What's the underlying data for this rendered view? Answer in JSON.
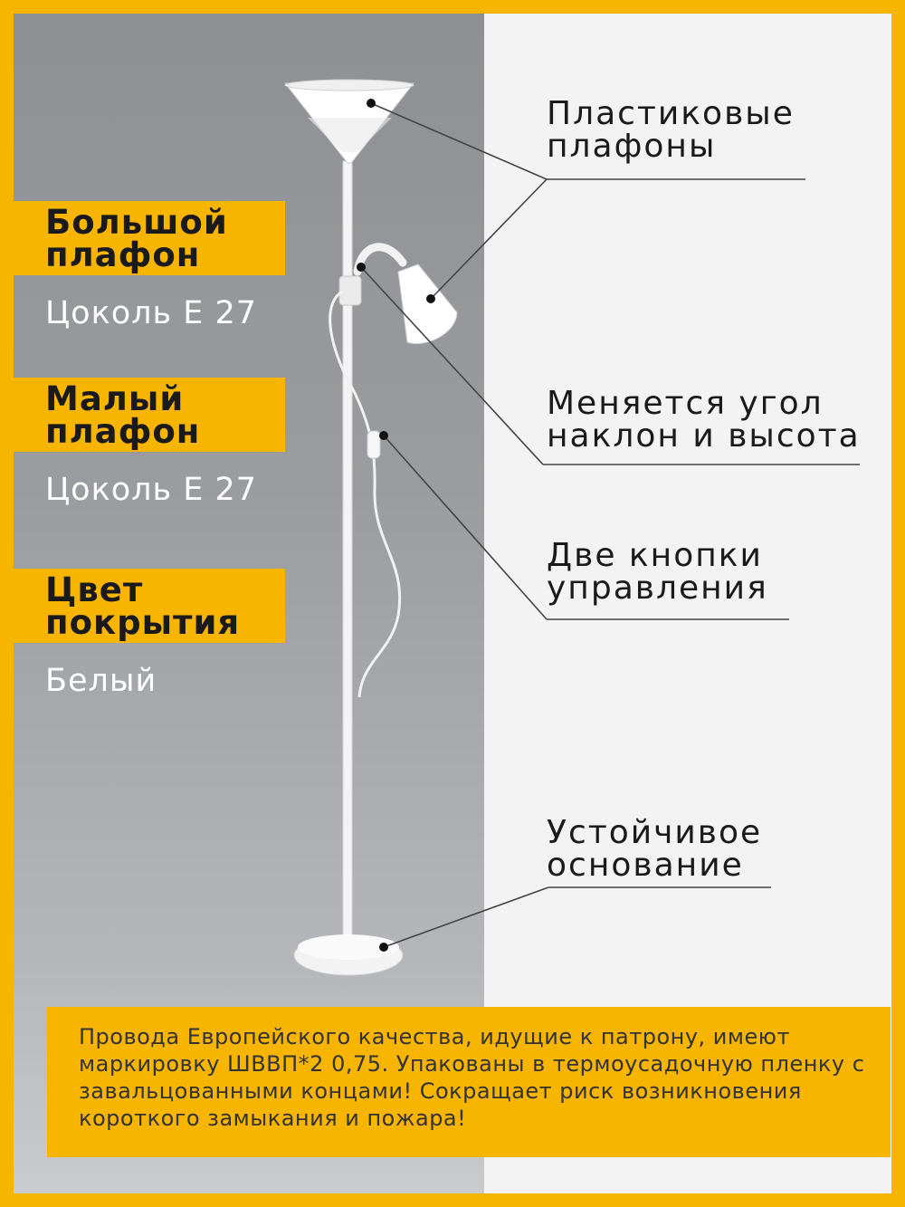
{
  "specs": [
    {
      "title_line1": "Большой",
      "title_line2": "плафон",
      "value": "Цоколь Е 27"
    },
    {
      "title_line1": "Малый",
      "title_line2": "плафон",
      "value": "Цоколь Е 27"
    },
    {
      "title_line1": "Цвет",
      "title_line2": "покрытия",
      "value": "Белый"
    }
  ],
  "callouts": {
    "shades": {
      "line1": "Пластиковые",
      "line2": "плафоны"
    },
    "adjust": {
      "line1": "Меняется угол",
      "line2": "наклон и высота"
    },
    "buttons": {
      "line1": "Две кнопки",
      "line2": "управления"
    },
    "base": {
      "line1": "Устойчивое",
      "line2": "основание"
    }
  },
  "note": "Провода Европейского качества, идущие к патрону, имеют маркировку ШВВП*2 0,75. Упакованы в термоусадочную пленку с завальцованными концами! Сокращает риск возникновения короткого замыкания и пожара!",
  "colors": {
    "accent": "#f7b500",
    "panel_gray": "#9a9c9f",
    "panel_light": "#f3f3f3",
    "text_dark": "#1a1a1a"
  }
}
